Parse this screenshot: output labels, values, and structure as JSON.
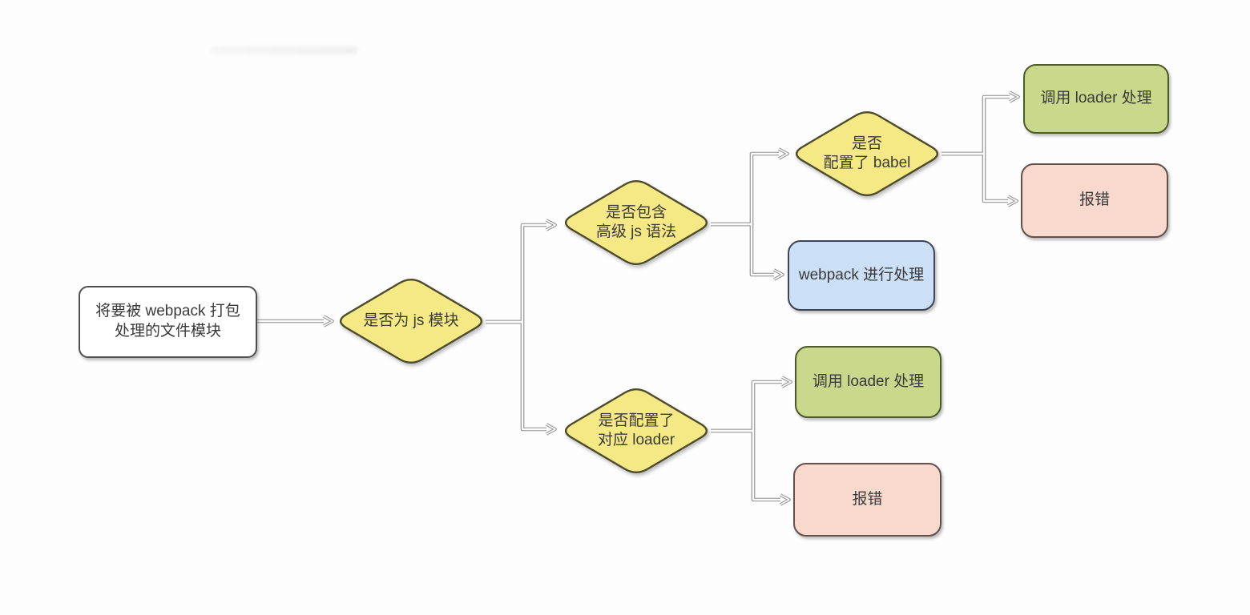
{
  "nodes": {
    "start": {
      "type": "process",
      "lines": [
        "将要被 webpack 打包",
        "处理的文件模块"
      ]
    },
    "is_js_module": {
      "type": "decision",
      "lines": [
        "是否为 js 模块"
      ]
    },
    "has_advanced_js": {
      "type": "decision",
      "lines": [
        "是否包含",
        "高级 js 语法"
      ]
    },
    "babel_configured": {
      "type": "decision",
      "lines": [
        "是否",
        "配置了 babel"
      ]
    },
    "loader_configured": {
      "type": "decision",
      "lines": [
        "是否配置了",
        "对应 loader"
      ]
    },
    "call_loader_top": {
      "type": "result-success",
      "label": "调用 loader 处理"
    },
    "error_top": {
      "type": "result-error",
      "label": "报错"
    },
    "webpack_handle": {
      "type": "result-info",
      "label": "webpack 进行处理"
    },
    "call_loader_bottom": {
      "type": "result-success",
      "label": "调用 loader 处理"
    },
    "error_bottom": {
      "type": "result-error",
      "label": "报错"
    }
  },
  "edges": [
    {
      "from": "start",
      "to": "is_js_module"
    },
    {
      "from": "is_js_module",
      "to": "has_advanced_js"
    },
    {
      "from": "is_js_module",
      "to": "loader_configured"
    },
    {
      "from": "has_advanced_js",
      "to": "babel_configured"
    },
    {
      "from": "has_advanced_js",
      "to": "webpack_handle"
    },
    {
      "from": "babel_configured",
      "to": "call_loader_top"
    },
    {
      "from": "babel_configured",
      "to": "error_top"
    },
    {
      "from": "loader_configured",
      "to": "call_loader_bottom"
    },
    {
      "from": "loader_configured",
      "to": "error_bottom"
    }
  ],
  "colors": {
    "background": "#fdfdfd",
    "text": "#3a3a3a",
    "decision_fill": "#f5e985",
    "decision_border": "#4d4b2c",
    "process_fill": "#ffffff",
    "process_border": "#4f4f4f",
    "success_fill": "#c9d98c",
    "success_border": "#4e5a2a",
    "error_fill": "#f7d9cd",
    "error_border": "#63504c",
    "info_fill": "#cbdff6",
    "info_border": "#3e4558",
    "arrow": "#8c8c8c"
  }
}
